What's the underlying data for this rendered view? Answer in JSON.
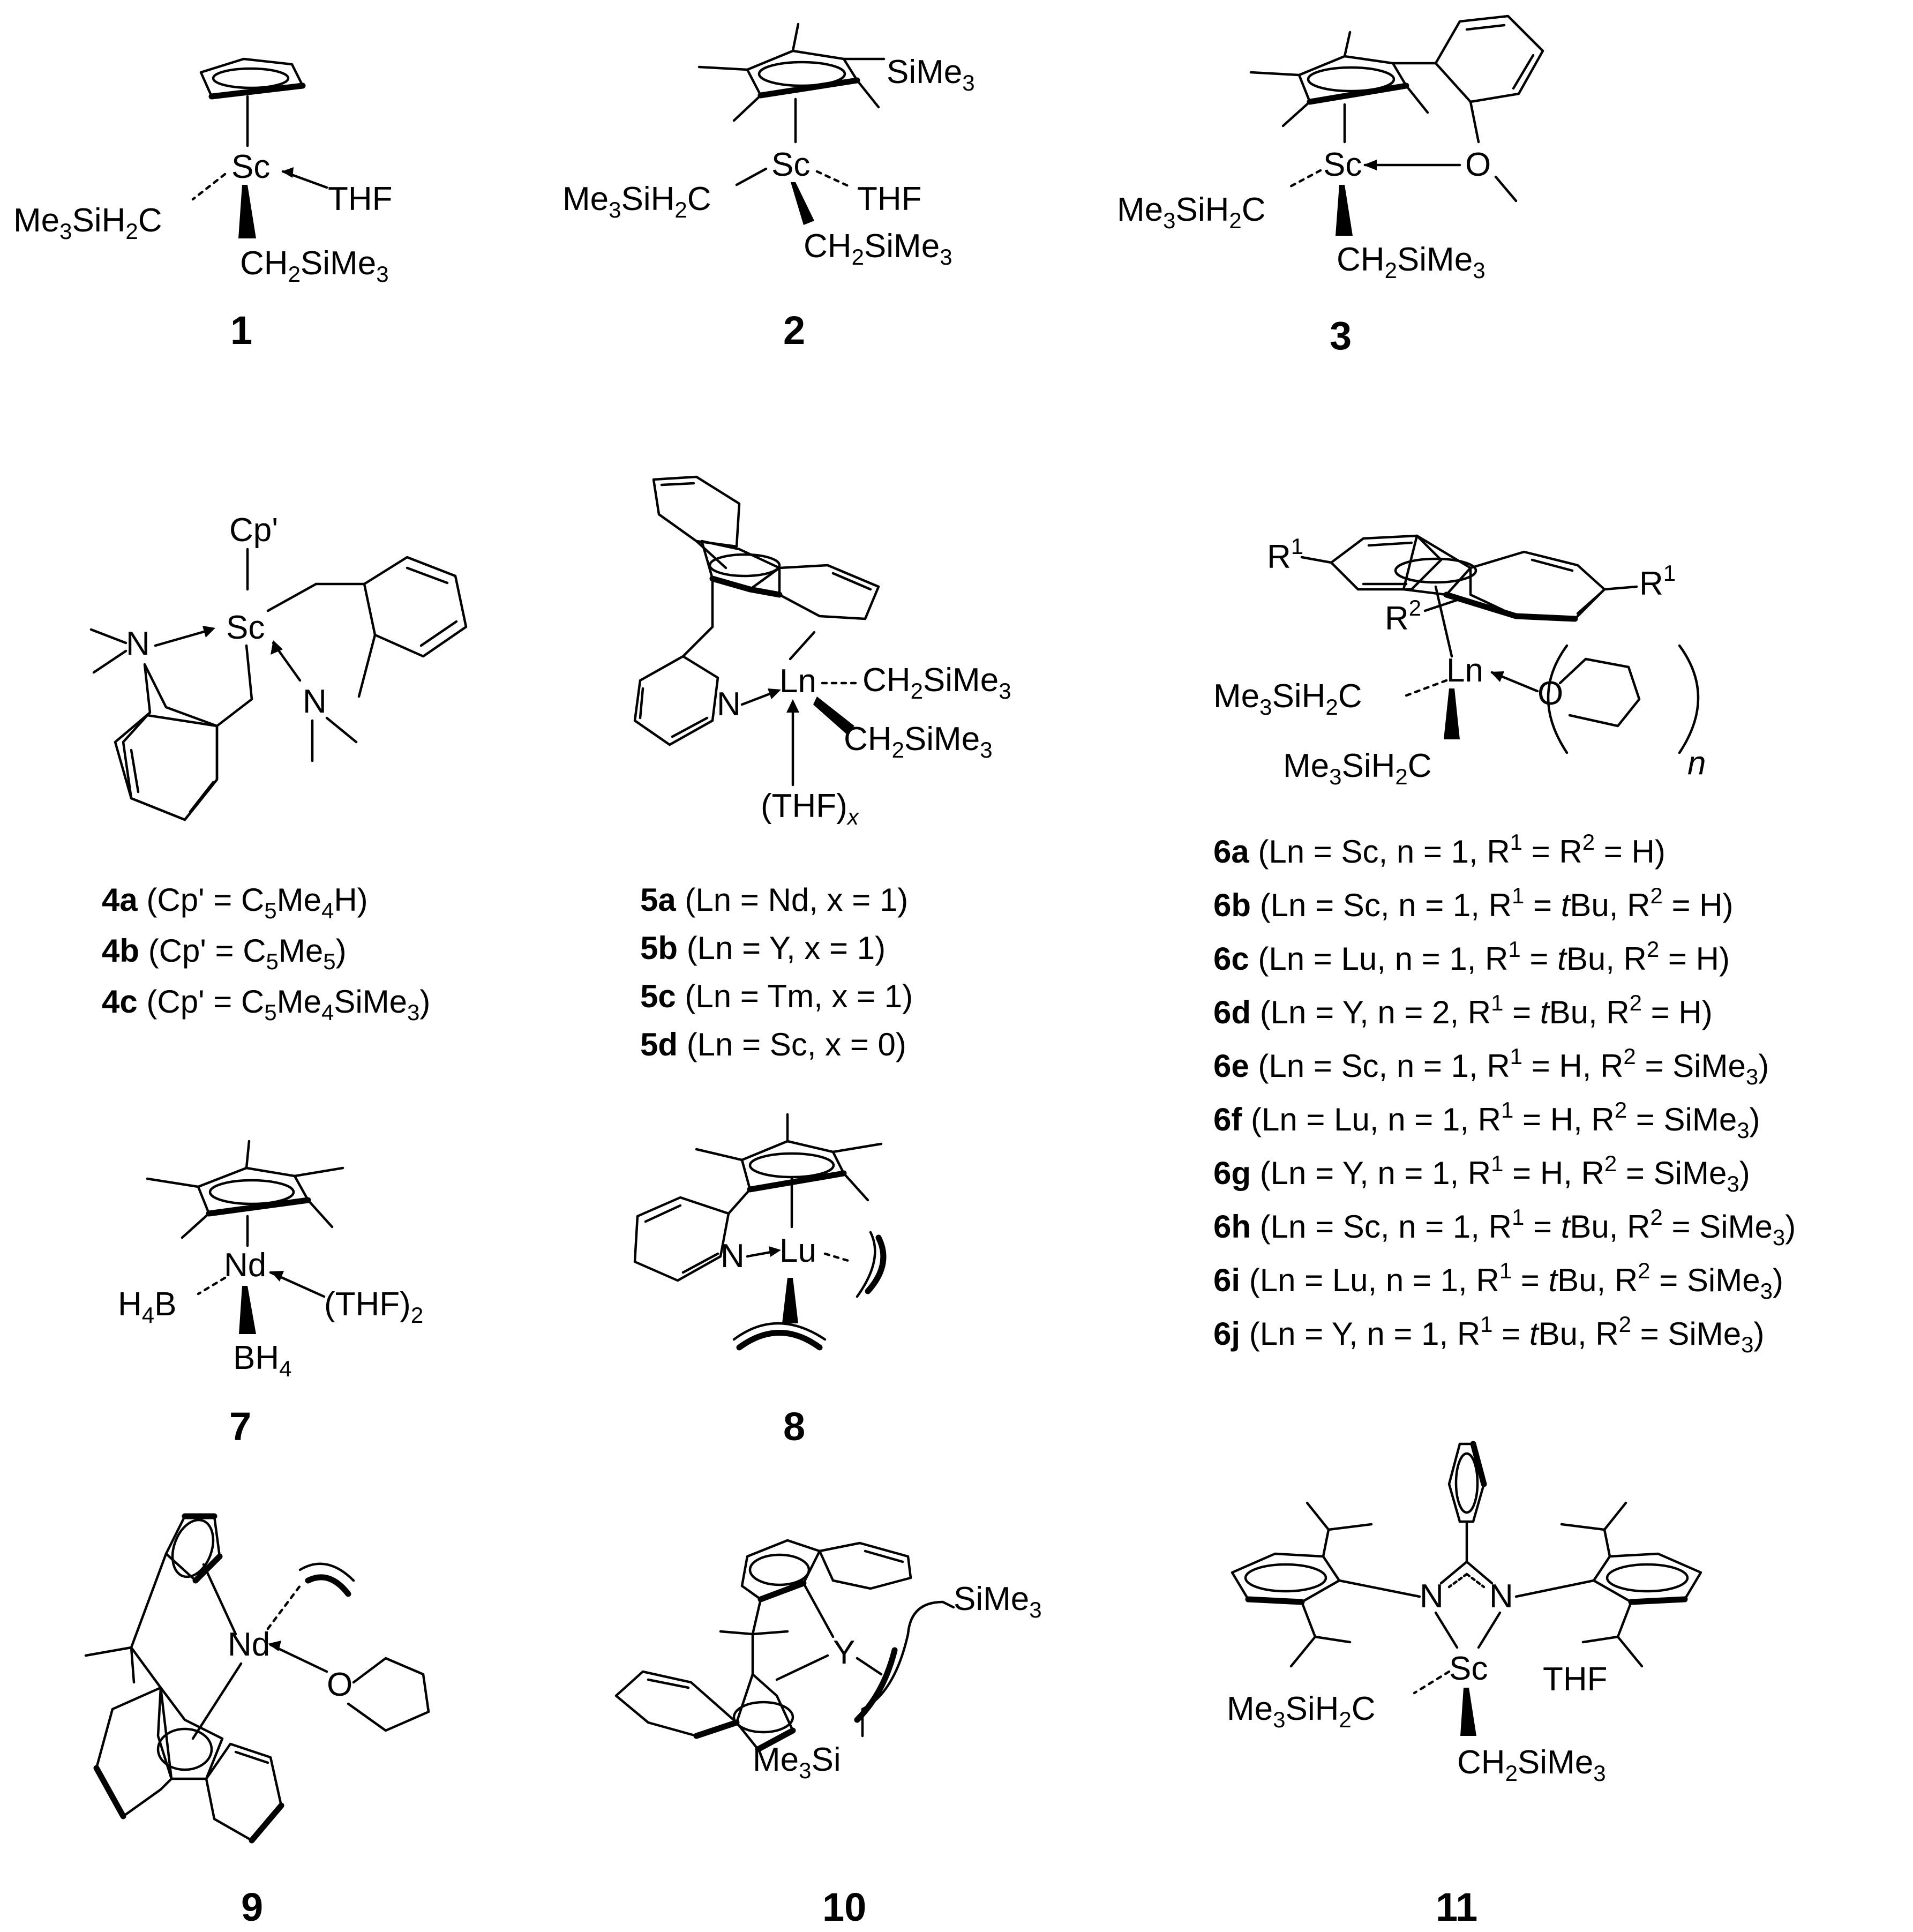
{
  "compounds": [
    {
      "id": "c1",
      "number": "1",
      "labels": [
        "Me3SiH2C",
        "Sc",
        "THF",
        "CH2SiMe3"
      ]
    },
    {
      "id": "c2",
      "number": "2",
      "labels": [
        "SiMe3",
        "Me3SiH2C",
        "Sc",
        "THF",
        "CH2SiMe3"
      ]
    },
    {
      "id": "c3",
      "number": "3",
      "labels": [
        "Me3SiH2C",
        "Sc",
        "O",
        "CH2SiMe3"
      ]
    },
    {
      "id": "c4",
      "number": "",
      "labels": [
        "Cp'",
        "Sc",
        "N",
        "N"
      ],
      "captions": [
        {
          "num": "4a",
          "text": "(Cp' = C5Me4H)"
        },
        {
          "num": "4b",
          "text": "(Cp' = C5Me5)"
        },
        {
          "num": "4c",
          "text": "(Cp' = C5Me4SiMe3)"
        }
      ]
    },
    {
      "id": "c5",
      "number": "",
      "labels": [
        "N",
        "Ln",
        "CH2SiMe3",
        "CH2SiMe3",
        "(THF)x"
      ],
      "captions": [
        {
          "num": "5a",
          "text": "(Ln = Nd, x = 1)"
        },
        {
          "num": "5b",
          "text": "(Ln = Y, x = 1)"
        },
        {
          "num": "5c",
          "text": "(Ln = Tm, x = 1)"
        },
        {
          "num": "5d",
          "text": "(Ln = Sc, x = 0)"
        }
      ]
    },
    {
      "id": "c6",
      "number": "",
      "labels": [
        "R1",
        "R1",
        "R2",
        "Ln",
        "Me3SiH2C",
        "Me3SiH2C",
        "O",
        "n"
      ],
      "captions": [
        {
          "num": "6a",
          "text": "(Ln = Sc, n = 1, R1 = R2 = H)"
        },
        {
          "num": "6b",
          "text": "(Ln = Sc, n = 1, R1 = tBu, R2 = H)"
        },
        {
          "num": "6c",
          "text": "(Ln = Lu, n = 1, R1 = tBu, R2 = H)"
        },
        {
          "num": "6d",
          "text": "(Ln = Y, n = 2, R1 = tBu, R2 = H)"
        },
        {
          "num": "6e",
          "text": "(Ln = Sc, n = 1, R1 = H, R2 = SiMe3)"
        },
        {
          "num": "6f",
          "text": "(Ln = Lu, n = 1, R1 = H, R2 = SiMe3)"
        },
        {
          "num": "6g",
          "text": "(Ln = Y, n = 1, R1 = H, R2 = SiMe3)"
        },
        {
          "num": "6h",
          "text": "(Ln = Sc, n = 1, R1 = tBu, R2 = SiMe3)"
        },
        {
          "num": "6i",
          "text": "(Ln = Lu, n = 1, R1 = tBu, R2 = SiMe3)"
        },
        {
          "num": "6j",
          "text": "(Ln = Y, n = 1, R1 = tBu, R2 = SiMe3)"
        }
      ]
    },
    {
      "id": "c7",
      "number": "7",
      "labels": [
        "Nd",
        "H4B",
        "(THF)2",
        "BH4"
      ]
    },
    {
      "id": "c8",
      "number": "8",
      "labels": [
        "N",
        "Lu"
      ]
    },
    {
      "id": "c9",
      "number": "9",
      "labels": [
        "Nd",
        "O"
      ]
    },
    {
      "id": "c10",
      "number": "10",
      "labels": [
        "Y",
        "SiMe3",
        "Me3Si"
      ]
    },
    {
      "id": "c11",
      "number": "11",
      "labels": [
        "N",
        "N",
        "Sc",
        "Me3SiH2C",
        "THF",
        "CH2SiMe3"
      ]
    }
  ]
}
